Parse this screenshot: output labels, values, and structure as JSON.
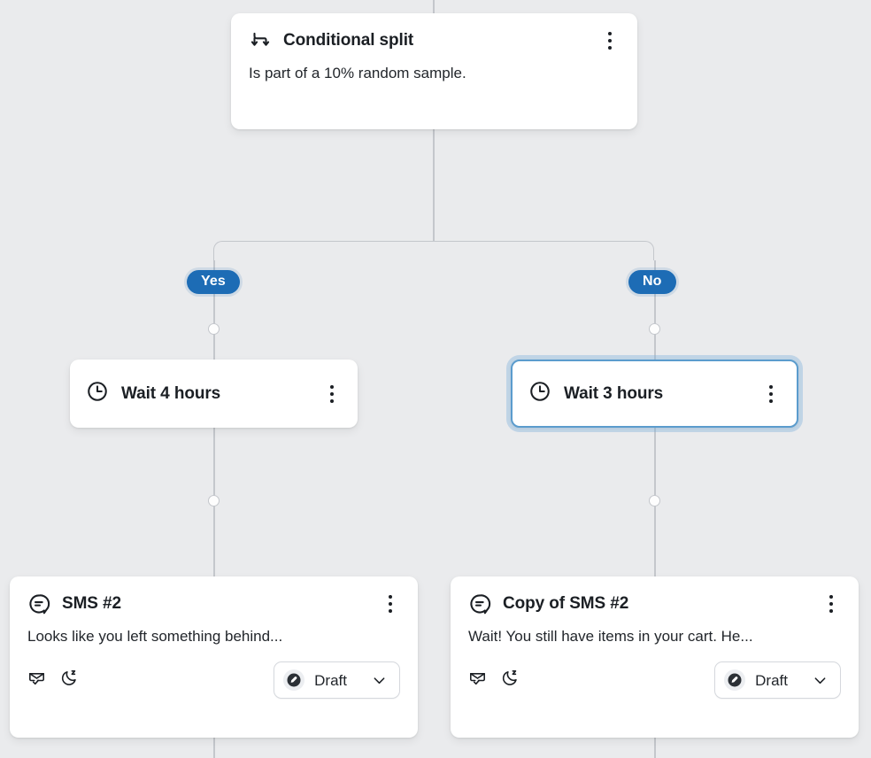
{
  "canvas": {
    "background_color": "#eaebed",
    "connector_color": "#c4c7cc"
  },
  "theme": {
    "branch_pill_color": "#1d6cb5",
    "selected_border_color": "#5b9ccd",
    "selected_glow_color": "#7cb1db",
    "card_background": "#ffffff",
    "text_color": "#1b1f24"
  },
  "nodes": {
    "conditional_split": {
      "icon": "split-branch-icon",
      "title": "Conditional split",
      "description": "Is part of a 10% random sample.",
      "menu_icon": "kebab-menu-icon"
    },
    "branches": [
      {
        "label": "Yes"
      },
      {
        "label": "No"
      }
    ],
    "wait_yes": {
      "icon": "clock-icon",
      "title": "Wait 4 hours",
      "menu_icon": "kebab-menu-icon",
      "selected": false
    },
    "wait_no": {
      "icon": "clock-icon",
      "title": "Wait 3 hours",
      "menu_icon": "kebab-menu-icon",
      "selected": true
    },
    "sms_yes": {
      "icon": "sms-bubble-icon",
      "title": "SMS #2",
      "preview": "Looks like you left something behind...",
      "menu_icon": "kebab-menu-icon",
      "footer_icons": [
        "smart-sending-icon",
        "quiet-hours-icon"
      ],
      "status": {
        "icon": "draft-pencil-icon",
        "label": "Draft",
        "chevron": "chevron-down-icon"
      }
    },
    "sms_no": {
      "icon": "sms-bubble-icon",
      "title": "Copy of SMS #2",
      "preview": "Wait! You still have items in your cart. He...",
      "menu_icon": "kebab-menu-icon",
      "footer_icons": [
        "smart-sending-icon",
        "quiet-hours-icon"
      ],
      "status": {
        "icon": "draft-pencil-icon",
        "label": "Draft",
        "chevron": "chevron-down-icon"
      }
    }
  }
}
